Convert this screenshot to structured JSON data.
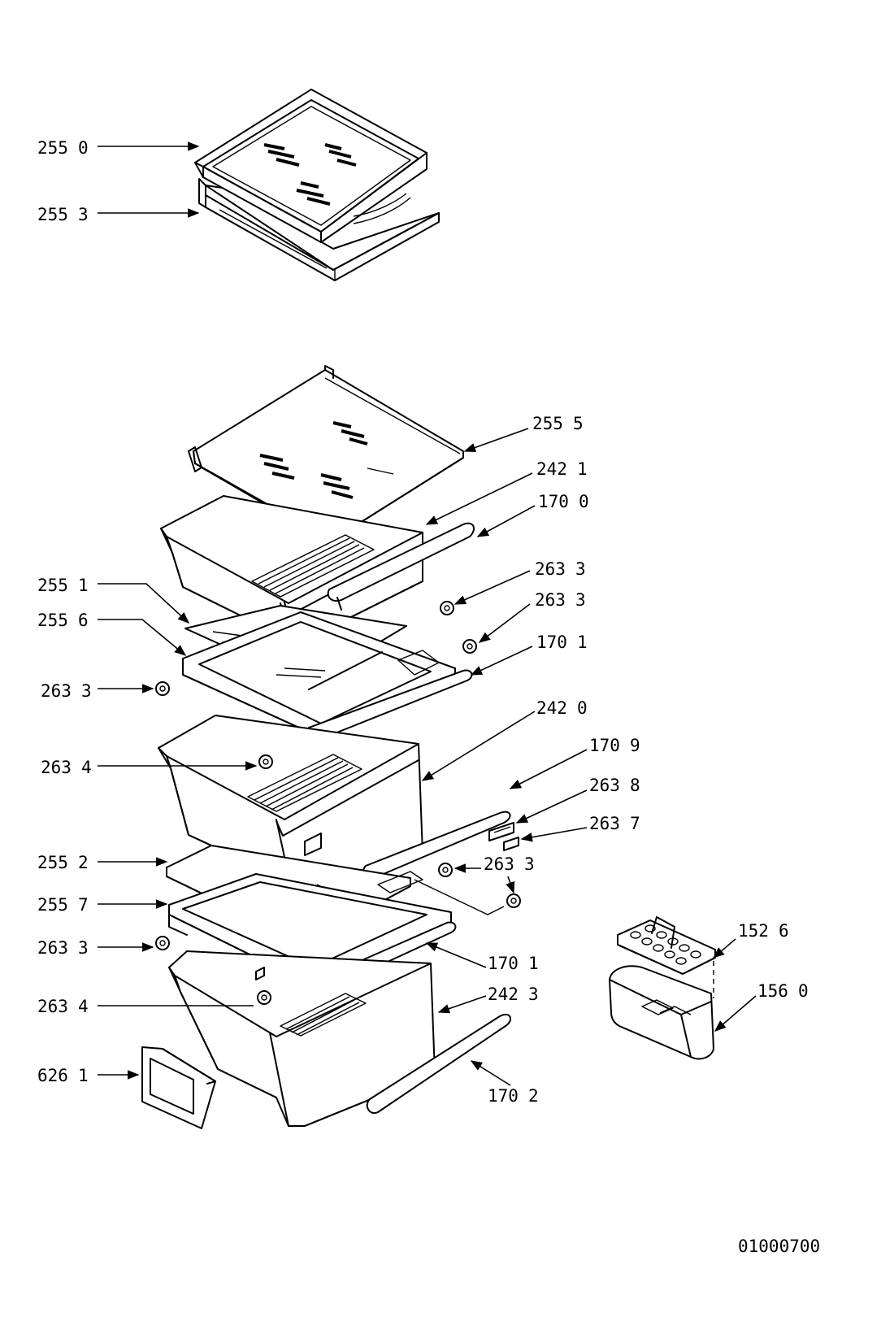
{
  "diagram": {
    "drawing_number": "01000700",
    "callouts": [
      {
        "id": "c-255-0-top",
        "part": "255",
        "sub": "0"
      },
      {
        "id": "c-255-3-top",
        "part": "255",
        "sub": "3"
      },
      {
        "id": "c-255-5",
        "part": "255",
        "sub": "5"
      },
      {
        "id": "c-242-1",
        "part": "242",
        "sub": "1"
      },
      {
        "id": "c-170-0",
        "part": "170",
        "sub": "0"
      },
      {
        "id": "c-263-3-a",
        "part": "263",
        "sub": "3"
      },
      {
        "id": "c-263-3-b",
        "part": "263",
        "sub": "3"
      },
      {
        "id": "c-255-1",
        "part": "255",
        "sub": "1"
      },
      {
        "id": "c-255-6",
        "part": "255",
        "sub": "6"
      },
      {
        "id": "c-170-1-a",
        "part": "170",
        "sub": "1"
      },
      {
        "id": "c-263-3-c",
        "part": "263",
        "sub": "3"
      },
      {
        "id": "c-242-0",
        "part": "242",
        "sub": "0"
      },
      {
        "id": "c-170-9",
        "part": "170",
        "sub": "9"
      },
      {
        "id": "c-263-4-a",
        "part": "263",
        "sub": "4"
      },
      {
        "id": "c-263-8",
        "part": "263",
        "sub": "8"
      },
      {
        "id": "c-263-7",
        "part": "263",
        "sub": "7"
      },
      {
        "id": "c-255-2",
        "part": "255",
        "sub": "2"
      },
      {
        "id": "c-263-3-d",
        "part": "263",
        "sub": "3"
      },
      {
        "id": "c-255-7",
        "part": "255",
        "sub": "7"
      },
      {
        "id": "c-152-6",
        "part": "152",
        "sub": "6"
      },
      {
        "id": "c-263-3-e",
        "part": "263",
        "sub": "3"
      },
      {
        "id": "c-170-1-b",
        "part": "170",
        "sub": "1"
      },
      {
        "id": "c-156-0",
        "part": "156",
        "sub": "0"
      },
      {
        "id": "c-242-3",
        "part": "242",
        "sub": "3"
      },
      {
        "id": "c-263-4-b",
        "part": "263",
        "sub": "4"
      },
      {
        "id": "c-626-1",
        "part": "626",
        "sub": "1"
      },
      {
        "id": "c-170-2",
        "part": "170",
        "sub": "2"
      }
    ]
  }
}
